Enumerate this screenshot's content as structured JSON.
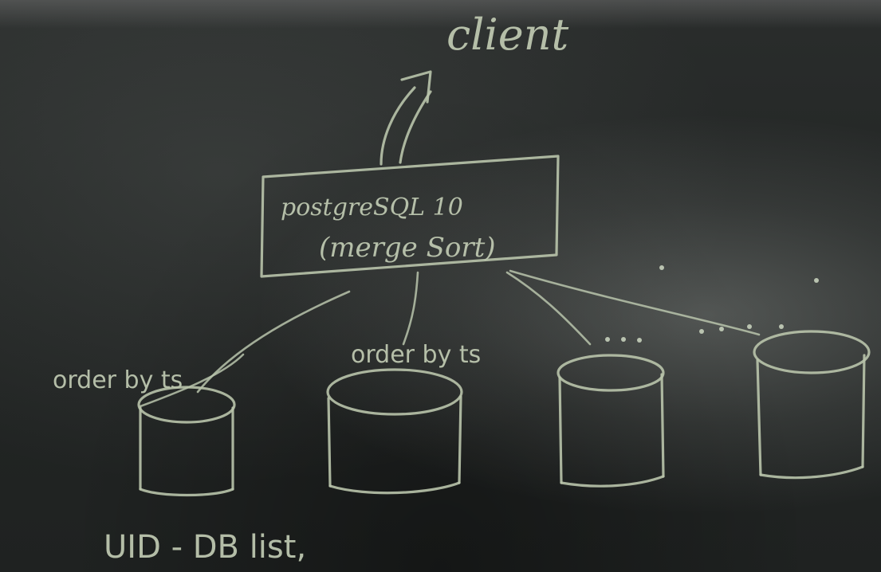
{
  "diagram": {
    "client_label": "client",
    "server_line1": "postgreSQL 10",
    "server_line2": "(merge Sort)",
    "edge_label_left": "order by ts",
    "edge_label_middle": "order by ts",
    "shard_ellipsis": "......",
    "footer_note": "UID - DB list,"
  }
}
